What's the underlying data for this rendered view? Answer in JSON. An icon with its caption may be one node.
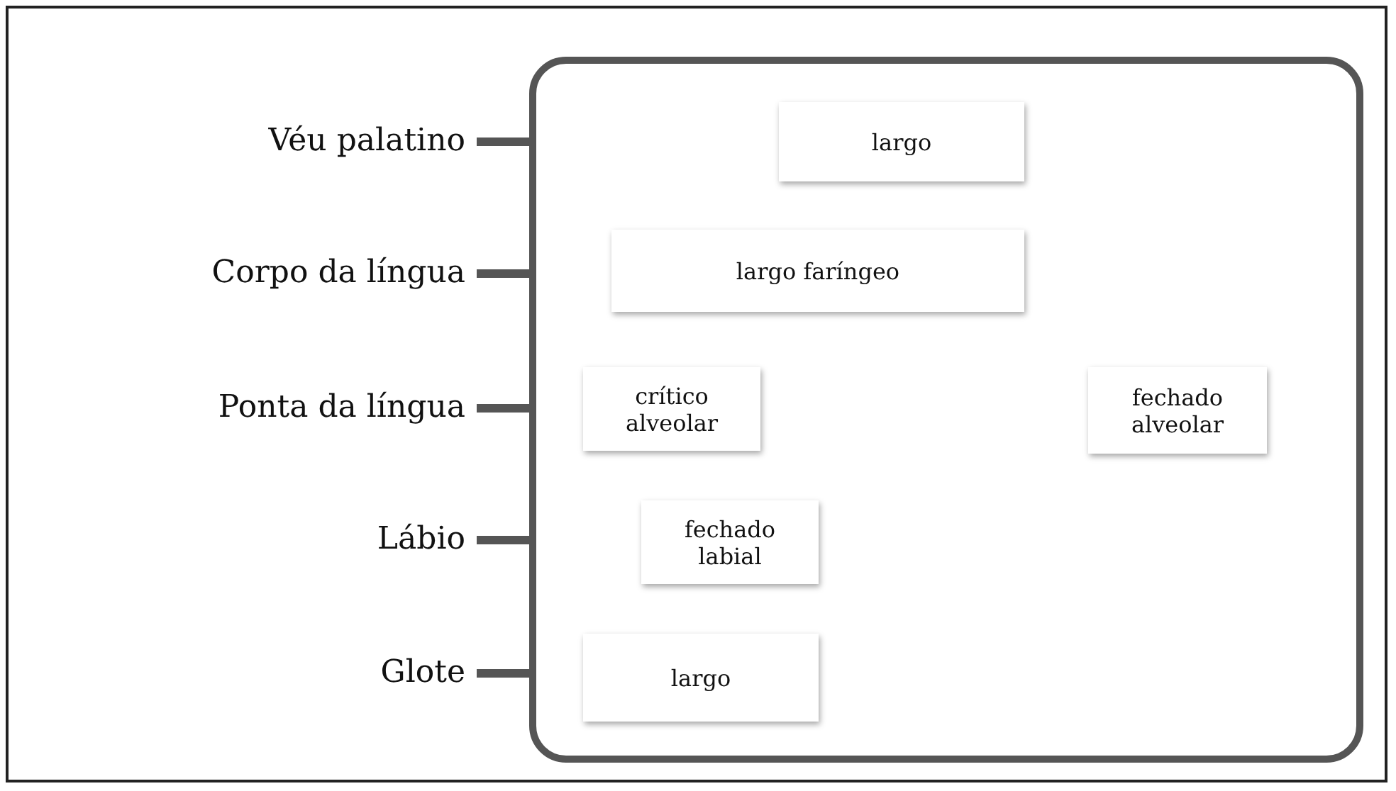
{
  "diagram": {
    "nodes": [
      {
        "text": [],
        "shape": "box"
      },
      {
        "text": [
          "Véu palatino"
        ]
      },
      {
        "text": [
          "largo"
        ],
        "in": 0
      },
      {
        "text": [
          "Corpo da língua"
        ]
      },
      {
        "text": [
          "largo faríngeo"
        ],
        "in": 0
      },
      {
        "text": [
          "Ponta da língua"
        ]
      },
      {
        "text": [
          "crítico alveolar"
        ],
        "in": 0
      },
      {
        "text": [
          "fechado alveolar"
        ],
        "in": 0
      },
      {
        "text": [
          "Lábio"
        ]
      },
      {
        "text": [
          "fechado labial"
        ],
        "in": 0
      },
      {
        "text": [
          "Glote"
        ]
      },
      {
        "text": [
          "largo"
        ],
        "in": 0
      }
    ],
    "edges": [
      {
        "from": 1,
        "to": 0,
        "arrow": "none"
      },
      {
        "from": 3,
        "to": 0,
        "arrow": "none"
      },
      {
        "from": 5,
        "to": 0,
        "arrow": "none"
      },
      {
        "from": 8,
        "to": 0,
        "arrow": "none"
      },
      {
        "from": 10,
        "to": 0,
        "arrow": "none"
      }
    ]
  }
}
